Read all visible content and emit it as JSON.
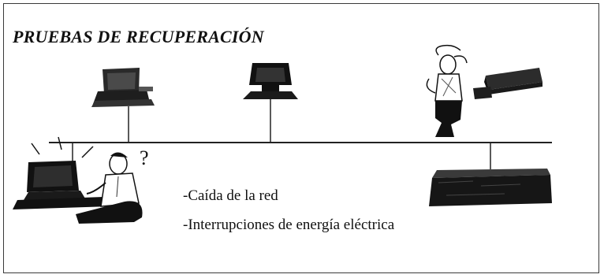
{
  "slide": {
    "title": "PRUEBAS DE RECUPERACIÓN",
    "bullets": [
      "-Caída de la red",
      "-Interrupciones de energía eléctrica"
    ],
    "question_mark": "?"
  },
  "icons": [
    "desktop-computer-icon",
    "terminal-computer-icon",
    "confused-person-icon",
    "printer-icon",
    "user-at-computer-icon",
    "server-box-icon"
  ]
}
